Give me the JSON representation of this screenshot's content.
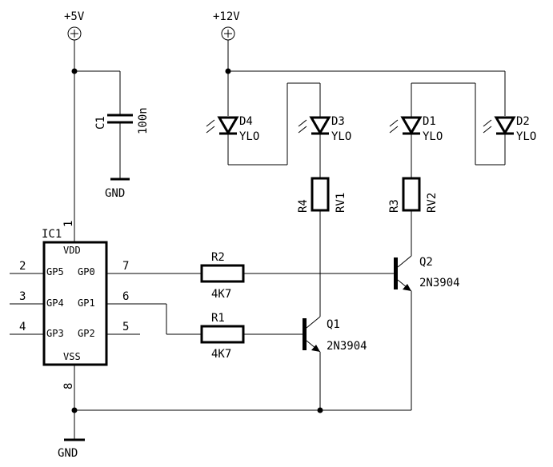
{
  "power": {
    "vcc5": "+5V",
    "vcc12": "+12V",
    "gnd": "GND"
  },
  "ic1": {
    "ref": "IC1",
    "vdd": "VDD",
    "vss": "VSS",
    "gp5": "GP5",
    "gp4": "GP4",
    "gp3": "GP3",
    "gp0": "GP0",
    "gp1": "GP1",
    "gp2": "GP2",
    "pin1": "1",
    "pin2": "2",
    "pin3": "3",
    "pin4": "4",
    "pin5": "5",
    "pin6": "6",
    "pin7": "7",
    "pin8": "8"
  },
  "c1": {
    "ref": "C1",
    "value": "100n"
  },
  "r1": {
    "ref": "R1",
    "value": "4K7"
  },
  "r2": {
    "ref": "R2",
    "value": "4K7"
  },
  "r3": {
    "ref": "R3",
    "value": "RV2"
  },
  "r4": {
    "ref": "R4",
    "value": "RV1"
  },
  "q1": {
    "ref": "Q1",
    "value": "2N3904"
  },
  "q2": {
    "ref": "Q2",
    "value": "2N3904"
  },
  "d1": {
    "ref": "D1",
    "value": "YLO"
  },
  "d2": {
    "ref": "D2",
    "value": "YLO"
  },
  "d3": {
    "ref": "D3",
    "value": "YLO"
  },
  "d4": {
    "ref": "D4",
    "value": "YLO"
  }
}
